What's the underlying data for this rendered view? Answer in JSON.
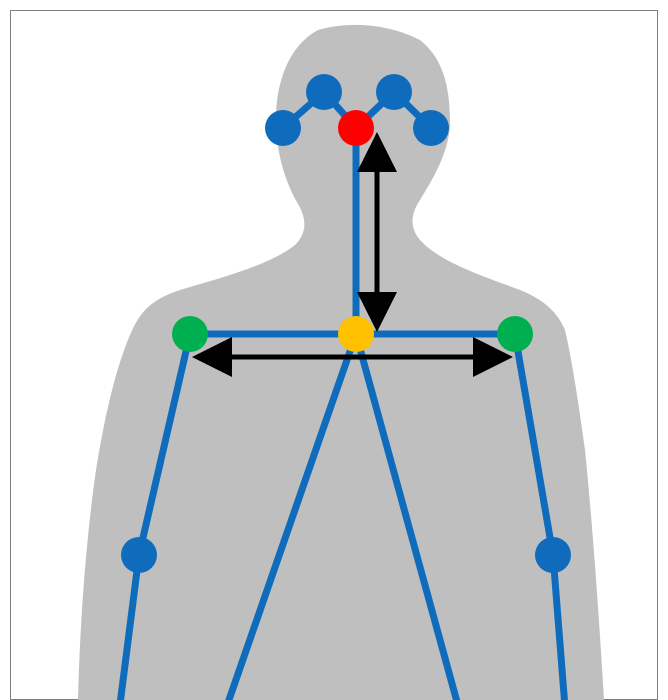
{
  "colors": {
    "background": "#ffffff",
    "frame": "#7f7f7f",
    "silhouette": "#bfbfbf",
    "skeleton_line": "#0f6cbd",
    "joint_default": "#0f6cbd",
    "joint_nose": "#ff0000",
    "joint_neck": "#ffc000",
    "joint_shoulder": "#00b050",
    "arrow": "#000000"
  },
  "diagram": {
    "joints": [
      {
        "id": "nose",
        "color_key": "joint_nose"
      },
      {
        "id": "right-eye",
        "color_key": "joint_default"
      },
      {
        "id": "left-eye",
        "color_key": "joint_default"
      },
      {
        "id": "right-ear",
        "color_key": "joint_default"
      },
      {
        "id": "left-ear",
        "color_key": "joint_default"
      },
      {
        "id": "neck",
        "color_key": "joint_neck"
      },
      {
        "id": "right-shoulder",
        "color_key": "joint_shoulder"
      },
      {
        "id": "left-shoulder",
        "color_key": "joint_shoulder"
      },
      {
        "id": "right-elbow",
        "color_key": "joint_default"
      },
      {
        "id": "left-elbow",
        "color_key": "joint_default"
      }
    ],
    "arrows": [
      {
        "id": "nose-to-neck",
        "orientation": "vertical"
      },
      {
        "id": "shoulder-to-shoulder",
        "orientation": "horizontal"
      }
    ]
  }
}
